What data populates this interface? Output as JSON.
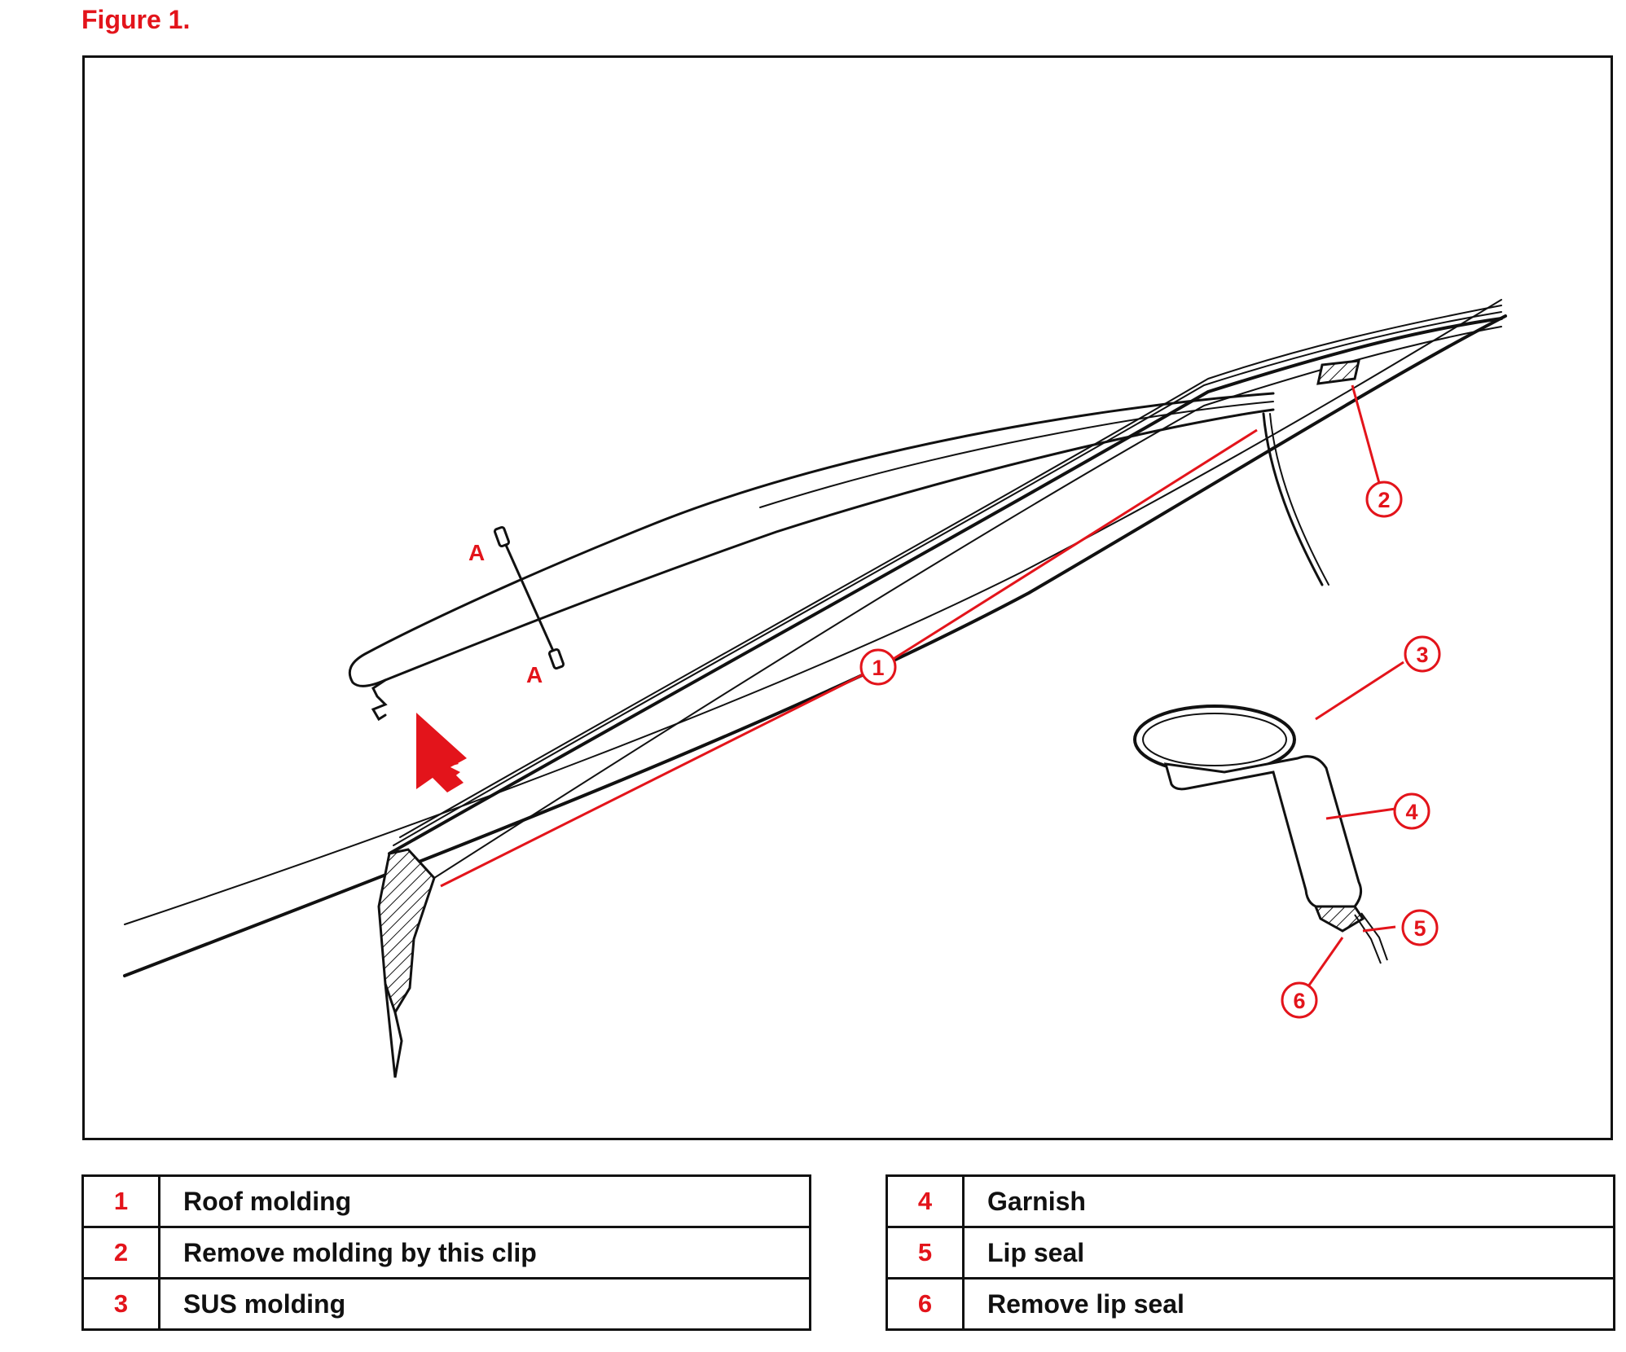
{
  "figure": {
    "title": "Figure 1."
  },
  "diagram": {
    "section_markers": [
      "A",
      "A"
    ],
    "callouts": [
      "1",
      "2",
      "3",
      "4",
      "5",
      "6"
    ],
    "colors": {
      "accent": "#e3141b",
      "line": "#111111"
    }
  },
  "legend": {
    "left": [
      {
        "num": "1",
        "text": "Roof molding"
      },
      {
        "num": "2",
        "text": "Remove molding by this clip"
      },
      {
        "num": "3",
        "text": "SUS molding"
      }
    ],
    "right": [
      {
        "num": "4",
        "text": "Garnish"
      },
      {
        "num": "5",
        "text": "Lip seal"
      },
      {
        "num": "6",
        "text": "Remove lip seal"
      }
    ]
  }
}
